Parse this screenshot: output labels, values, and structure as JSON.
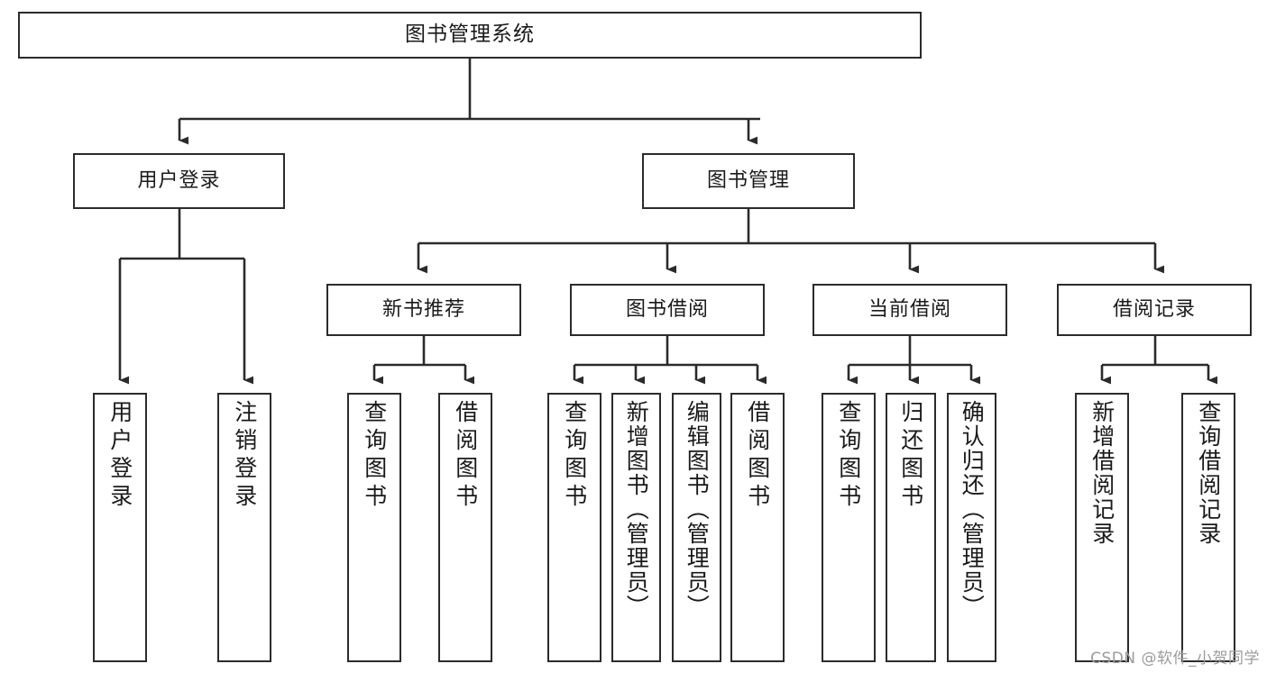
{
  "diagram": {
    "type": "tree",
    "title": "图书管理系统",
    "orientation": "top-down",
    "colors": {
      "box_border": "#2b2b2b",
      "box_fill": "#ffffff",
      "edge": "#2b2b2b",
      "text": "#1a1a1a",
      "watermark": "#9b9b9b",
      "background": "#ffffff"
    },
    "root": {
      "label": "图书管理系统"
    },
    "level2": [
      {
        "label": "用户登录"
      },
      {
        "label": "图书管理"
      }
    ],
    "level3": [
      {
        "label": "新书推荐"
      },
      {
        "label": "图书借阅"
      },
      {
        "label": "当前借阅"
      },
      {
        "label": "借阅记录"
      }
    ],
    "leaves": {
      "user_login": [
        {
          "label": "用户登录"
        },
        {
          "label": "注销登录"
        }
      ],
      "new_book_recommend": [
        {
          "label": "查询图书"
        },
        {
          "label": "借阅图书"
        }
      ],
      "book_borrow": [
        {
          "label": "查询图书"
        },
        {
          "label": "新增图书（管理员）"
        },
        {
          "label": "编辑图书（管理员）"
        },
        {
          "label": "借阅图书"
        }
      ],
      "current_borrow": [
        {
          "label": "查询图书"
        },
        {
          "label": "归还图书"
        },
        {
          "label": "确认归还（管理员）"
        }
      ],
      "borrow_record": [
        {
          "label": "新增借阅记录"
        },
        {
          "label": "查询借阅记录"
        }
      ]
    }
  },
  "watermark": {
    "text": "CSDN @软件_小贺同学"
  }
}
